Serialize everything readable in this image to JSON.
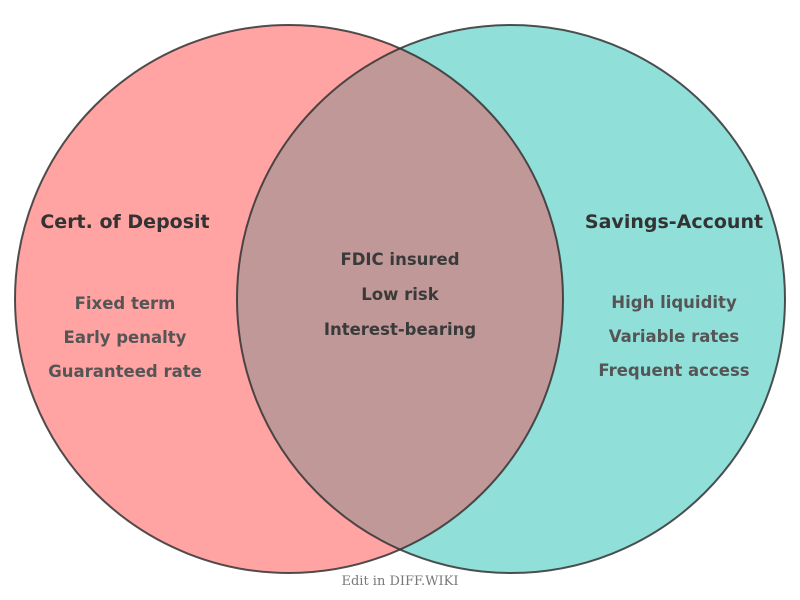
{
  "diagram": {
    "type": "venn",
    "left": {
      "title": "Cert. of Deposit",
      "items": [
        "Fixed term",
        "Early penalty",
        "Guaranteed rate"
      ],
      "color": "#ffa3a3"
    },
    "right": {
      "title": "Savings-Account",
      "items": [
        "High liquidity",
        "Variable rates",
        "Frequent access"
      ],
      "color": "#91dfd9"
    },
    "overlap": {
      "items": [
        "FDIC insured",
        "Low risk",
        "Interest-bearing"
      ],
      "color": "#c09898"
    }
  },
  "footer": {
    "text": "Edit in DIFF.WIKI"
  }
}
